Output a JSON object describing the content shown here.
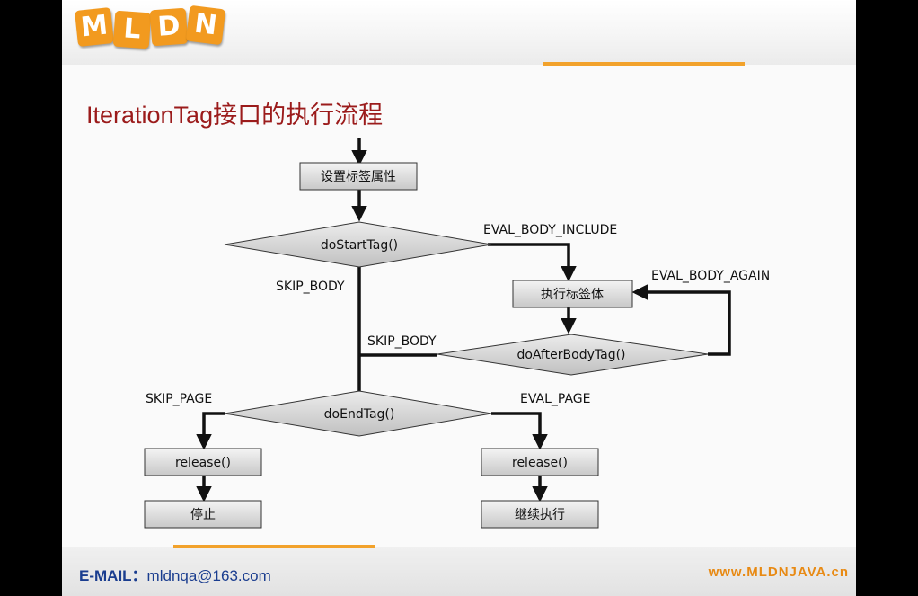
{
  "logo": {
    "letters": [
      "M",
      "L",
      "D",
      "N"
    ]
  },
  "title": "IterationTag接口的执行流程",
  "diagram": {
    "start": "设置标签属性",
    "do_start_tag": "doStartTag()",
    "eval_body_include": "EVAL_BODY_INCLUDE",
    "skip_body_1": "SKIP_BODY",
    "exec_body": "执行标签体",
    "eval_body_again": "EVAL_BODY_AGAIN",
    "do_after_body_tag": "doAfterBodyTag()",
    "skip_body_2": "SKIP_BODY",
    "do_end_tag": "doEndTag()",
    "skip_page": "SKIP_PAGE",
    "eval_page": "EVAL_PAGE",
    "release_left": "release()",
    "release_right": "release()",
    "stop": "停止",
    "continue": "继续执行"
  },
  "footer": {
    "email_label": "E-MAIL",
    "email_sep": "：",
    "email": "mldnqa@163.com",
    "site": "www.MLDNJAVA.cn"
  },
  "colors": {
    "title": "#9b1b1b",
    "accent": "#f2a22b",
    "footer_text": "#1a3d8f"
  }
}
